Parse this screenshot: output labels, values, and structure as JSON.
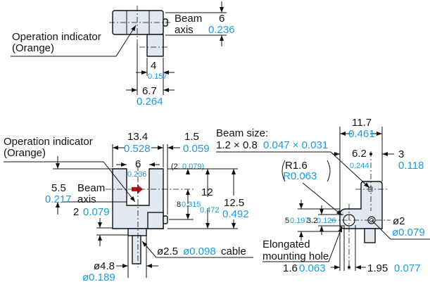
{
  "top_view": {
    "indicator_label": "Operation indicator",
    "indicator_color": "(Orange)",
    "beam": "Beam",
    "axis": "axis",
    "beam_axis_mm": "6",
    "beam_axis_in": "0.236",
    "width4_mm": "4",
    "width4_in": "0.157",
    "width67_mm": "6.7",
    "width67_in": "0.264"
  },
  "front_view": {
    "indicator_label": "Operation indicator",
    "indicator_color": "(Orange)",
    "width_mm": "13.4",
    "width_in": "0.528",
    "slot_mm": "6",
    "slot_in": "0.236",
    "offset_mm": "1.5",
    "offset_in": "0.059",
    "paren_open": "(2",
    "paren_in": "0.079)",
    "beam_mm": "5.5",
    "beam_in": "0.217",
    "beam": "Beam",
    "axis": "axis",
    "two_mm": "2",
    "two_in": "0.079",
    "eight_mm": "8",
    "eight_in": "0.315",
    "h12_mm": "12",
    "h12_in": "0.472",
    "h125_mm": "12.5",
    "h125_in": "0.492",
    "cable_mm": "ø2.5",
    "cable_in": "ø0.098",
    "cable_label": "cable",
    "collar_mm": "ø4.8",
    "collar_in": "ø0.189"
  },
  "side_view": {
    "beam_size_label": "Beam size:",
    "beam_size_mm": "1.2 × 0.8",
    "beam_size_in": "0.047 × 0.031",
    "w_mm": "11.7",
    "w_in": "0.461",
    "d62_mm": "6.2",
    "d62_in": "0.244",
    "d3_mm": "3",
    "d3_in": "0.118",
    "r_mm": "R1.6",
    "r_in": "R0.063",
    "h5_mm": "5",
    "h5_in": "0.197",
    "h32_mm": "3.2",
    "h32_in": "0.126",
    "hole_mm": "ø2",
    "hole_in": "ø0.079",
    "hole_label1": "Elongated",
    "hole_label2": "mounting hole",
    "d16_mm": "1.6",
    "d16_in": "0.063",
    "d195_mm": "1.95",
    "d195_in": "0.077"
  },
  "colors": {
    "indicator": "#c0141c",
    "metric": "#111111",
    "inch": "#1a9be0",
    "body": "#e1e8f1"
  }
}
